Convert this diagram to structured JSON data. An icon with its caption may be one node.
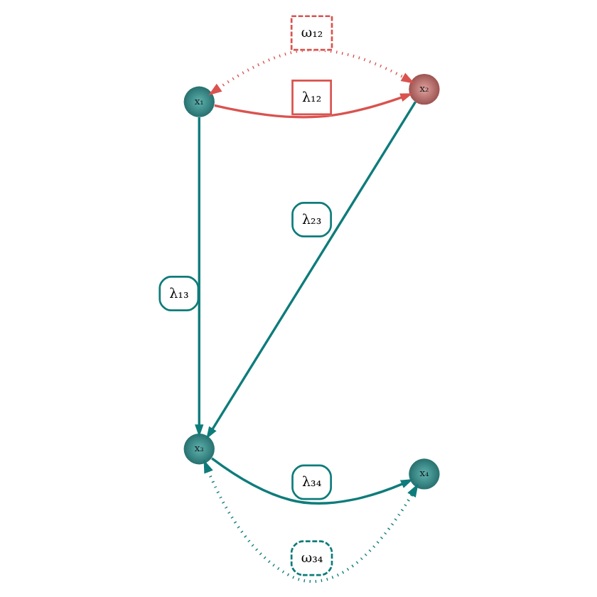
{
  "diagram": {
    "nodes": [
      {
        "text": [
          "x₁"
        ]
      },
      {
        "text": [
          "x₂"
        ]
      },
      {
        "text": [
          "x₃"
        ]
      },
      {
        "text": [
          "x₄"
        ]
      }
    ],
    "edges": [
      {
        "from": 0,
        "to": 1,
        "arrow": "both",
        "label": "ω₁₂",
        "style": "dashed",
        "color": "#d9534f"
      },
      {
        "from": 0,
        "to": 1,
        "arrow": "to",
        "label": "λ₁₂",
        "color": "#d9534f"
      },
      {
        "from": 1,
        "to": 2,
        "arrow": "to",
        "label": "λ₂₃"
      },
      {
        "from": 0,
        "to": 2,
        "arrow": "to",
        "label": "λ₁₃"
      },
      {
        "from": 2,
        "to": 3,
        "arrow": "to",
        "label": "λ₃₄"
      },
      {
        "from": 2,
        "to": 3,
        "arrow": "both",
        "label": "ω₃₄",
        "style": "dashed"
      }
    ]
  }
}
